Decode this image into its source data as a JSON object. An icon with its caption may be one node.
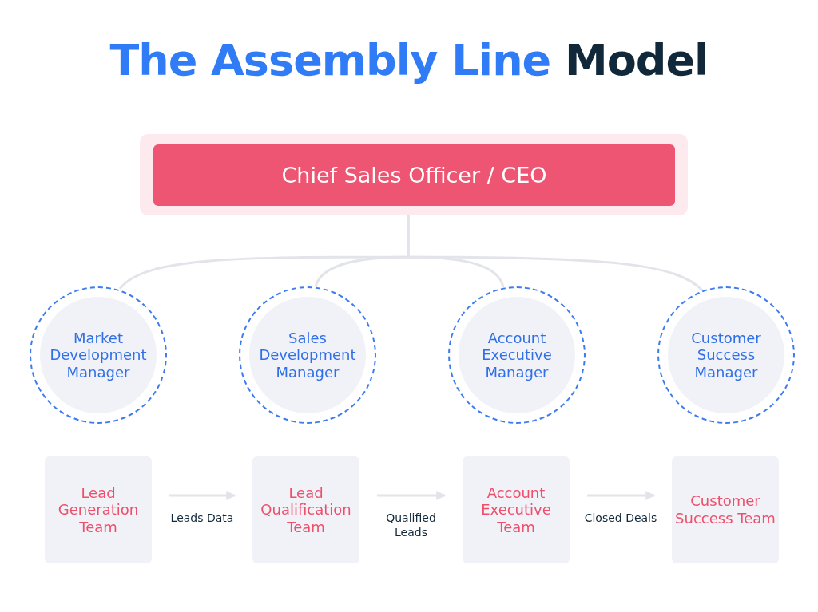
{
  "diagram": {
    "title": "The Assembly Line Model",
    "nodes": [
      {
        "text": [
          "Chief Sales Officer / CEO"
        ]
      },
      {
        "text": [
          "Market Development Manager"
        ]
      },
      {
        "text": [
          "Sales Development Manager"
        ]
      },
      {
        "text": [
          "Account Executive Manager"
        ]
      },
      {
        "text": [
          "Customer Success Manager"
        ]
      },
      {
        "text": [
          "Lead Generation Team"
        ]
      },
      {
        "text": [
          "Lead Qualification Team"
        ]
      },
      {
        "text": [
          "Account Executive Team"
        ]
      },
      {
        "text": [
          "Customer Success Team"
        ]
      }
    ],
    "edges": [
      {
        "from": 0,
        "to": 1,
        "arrow": "none"
      },
      {
        "from": 0,
        "to": 2,
        "arrow": "none"
      },
      {
        "from": 0,
        "to": 3,
        "arrow": "none"
      },
      {
        "from": 0,
        "to": 4,
        "arrow": "none"
      },
      {
        "from": 5,
        "to": 6,
        "arrow": "to",
        "label": "Leads Data"
      },
      {
        "from": 6,
        "to": 7,
        "arrow": "to",
        "label": "Qualified Leads"
      },
      {
        "from": 7,
        "to": 8,
        "arrow": "to",
        "label": "Closed Deals"
      }
    ]
  }
}
